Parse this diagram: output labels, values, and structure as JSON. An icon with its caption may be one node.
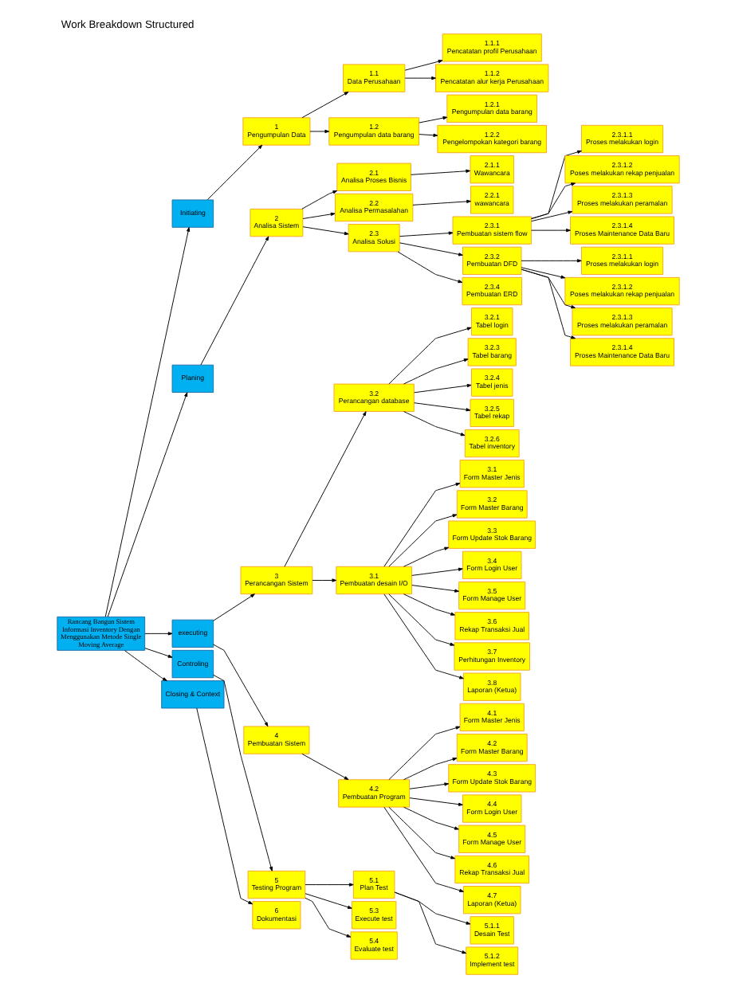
{
  "diagram": {
    "title": "Work Breakdown Structured",
    "nodes": [
      {
        "text": [
          "Rancang Bangun Sistem Informasi Inventory Dengan Menggunakan Metode Single Moving Average"
        ]
      },
      {
        "text": [
          "Initiating"
        ]
      },
      {
        "text": [
          "1",
          "Pengumpulan Data"
        ]
      },
      {
        "text": [
          "1.1",
          "Data Perusahaan"
        ]
      },
      {
        "text": [
          "1.1.1",
          "Pencatatan profil Perusahaan"
        ]
      },
      {
        "text": [
          "1.1.2",
          "Pencatatan alur kerja Perusahaan"
        ]
      },
      {
        "text": [
          "1.2",
          "Pengumpulan data barang"
        ]
      },
      {
        "text": [
          "1.2.1",
          "Pengumpulan data barang"
        ]
      },
      {
        "text": [
          "1.2.2",
          "Pengelompokan kategori barang"
        ]
      },
      {
        "text": [
          "Planing"
        ]
      },
      {
        "text": [
          "2",
          "Analisa Sistem"
        ]
      },
      {
        "text": [
          "2.1",
          "Analisa Proses Bisnis"
        ]
      },
      {
        "text": [
          "2.1.1",
          "Wawancara"
        ]
      },
      {
        "text": [
          "2.2",
          "Analisa Permasalahan"
        ]
      },
      {
        "text": [
          "2.2.1",
          "wawancara"
        ]
      },
      {
        "text": [
          "2.3",
          "Analisa Solusi"
        ]
      },
      {
        "text": [
          "2.3.1",
          "Pembuatan sistem flow"
        ]
      },
      {
        "text": [
          "2.3.2",
          "Pembuatan DFD"
        ]
      },
      {
        "text": [
          "2.3.4",
          "Pembuatan ERD"
        ]
      },
      {
        "text": [
          "2.3.1.1",
          "Proses melakukan login"
        ]
      },
      {
        "text": [
          "2.3.1.2",
          "Poses melakukan rekap penjualan"
        ]
      },
      {
        "text": [
          "2.3.1.3",
          "Proses melakukan peramalan"
        ]
      },
      {
        "text": [
          "2.3.1.4",
          "Proses Maintenance Data Baru"
        ]
      },
      {
        "text": [
          "2.3.1.1",
          "Proses melakukan login"
        ]
      },
      {
        "text": [
          "2.3.1.2",
          "Poses melakukan rekap penjualan"
        ]
      },
      {
        "text": [
          "2.3.1.3",
          "Proses melakukan peramalan"
        ]
      },
      {
        "text": [
          "2.3.1.4",
          "Proses Maintenance Data Baru"
        ]
      },
      {
        "text": [
          "executing"
        ]
      },
      {
        "text": [
          "3",
          "Perancangan Sistem"
        ]
      },
      {
        "text": [
          "3.2",
          "Perancangan database"
        ]
      },
      {
        "text": [
          "3.2.1",
          "Tabel login"
        ]
      },
      {
        "text": [
          "3.2.3",
          "Tabel barang"
        ]
      },
      {
        "text": [
          "3.2.4",
          "Tabel jenis"
        ]
      },
      {
        "text": [
          "3.2.5",
          "Tabel rekap"
        ]
      },
      {
        "text": [
          "3.2.6",
          "Tabel inventory"
        ]
      },
      {
        "text": [
          "3.1",
          "Pembuatan desain I/O"
        ]
      },
      {
        "text": [
          "3.1",
          "Form Master Jenis"
        ]
      },
      {
        "text": [
          "3.2",
          "Form Master Barang"
        ]
      },
      {
        "text": [
          "3.3",
          "Form Update Stok Barang"
        ]
      },
      {
        "text": [
          "3.4",
          "Form Login User"
        ]
      },
      {
        "text": [
          "3.5",
          "Form Manage User"
        ]
      },
      {
        "text": [
          "3.6",
          "Rekap Transaksi Jual"
        ]
      },
      {
        "text": [
          "3.7",
          "Perhitungan Inventory"
        ]
      },
      {
        "text": [
          "3.8",
          "Laporan (Ketua)"
        ]
      },
      {
        "text": [
          "4",
          "Pembuatan Sistem"
        ]
      },
      {
        "text": [
          "4.2",
          "Pembuatan Program"
        ]
      },
      {
        "text": [
          "4.1",
          "Form Master Jenis"
        ]
      },
      {
        "text": [
          "4.2",
          "Form Master Barang"
        ]
      },
      {
        "text": [
          "4.3",
          "Form Update Stok Barang"
        ]
      },
      {
        "text": [
          "4.4",
          "Form Login User"
        ]
      },
      {
        "text": [
          "4.5",
          "Form Manage User"
        ]
      },
      {
        "text": [
          "4.6",
          "Rekap Transaksi Jual"
        ]
      },
      {
        "text": [
          "4.7",
          "Laporan (Ketua)"
        ]
      },
      {
        "text": [
          "Controling"
        ]
      },
      {
        "text": [
          "5",
          "Testing Program"
        ]
      },
      {
        "text": [
          "5.1",
          "Plan Test"
        ]
      },
      {
        "text": [
          "5.1.1",
          "Desain Test"
        ]
      },
      {
        "text": [
          "5.1.2",
          "Implement test"
        ]
      },
      {
        "text": [
          "5.3",
          "Execute test"
        ]
      },
      {
        "text": [
          "5.4",
          "Evaluate test"
        ]
      },
      {
        "text": [
          "Closing & Context"
        ]
      },
      {
        "text": [
          "6",
          "Dokumentasi"
        ]
      }
    ],
    "edges": [
      {
        "from": 0,
        "to": 1,
        "arrow": "to"
      },
      {
        "from": 0,
        "to": 9,
        "arrow": "to"
      },
      {
        "from": 0,
        "to": 27,
        "arrow": "to"
      },
      {
        "from": 0,
        "to": 53,
        "arrow": "to"
      },
      {
        "from": 0,
        "to": 60,
        "arrow": "to"
      },
      {
        "from": 1,
        "to": 2,
        "arrow": "to"
      },
      {
        "from": 2,
        "to": 3,
        "arrow": "to"
      },
      {
        "from": 2,
        "to": 6,
        "arrow": "to"
      },
      {
        "from": 3,
        "to": 4,
        "arrow": "to"
      },
      {
        "from": 3,
        "to": 5,
        "arrow": "to"
      },
      {
        "from": 6,
        "to": 7,
        "arrow": "to"
      },
      {
        "from": 6,
        "to": 8,
        "arrow": "to"
      },
      {
        "from": 9,
        "to": 10,
        "arrow": "to"
      },
      {
        "from": 10,
        "to": 11,
        "arrow": "to"
      },
      {
        "from": 10,
        "to": 13,
        "arrow": "to"
      },
      {
        "from": 10,
        "to": 15,
        "arrow": "to"
      },
      {
        "from": 11,
        "to": 12,
        "arrow": "to"
      },
      {
        "from": 13,
        "to": 14,
        "arrow": "to"
      },
      {
        "from": 15,
        "to": 16,
        "arrow": "to"
      },
      {
        "from": 15,
        "to": 17,
        "arrow": "to"
      },
      {
        "from": 15,
        "to": 18,
        "arrow": "to"
      },
      {
        "from": 16,
        "to": 19,
        "arrow": "to"
      },
      {
        "from": 16,
        "to": 20,
        "arrow": "to"
      },
      {
        "from": 16,
        "to": 21,
        "arrow": "to"
      },
      {
        "from": 16,
        "to": 22,
        "arrow": "to"
      },
      {
        "from": 17,
        "to": 23,
        "arrow": "to"
      },
      {
        "from": 17,
        "to": 24,
        "arrow": "to"
      },
      {
        "from": 17,
        "to": 25,
        "arrow": "to"
      },
      {
        "from": 17,
        "to": 26,
        "arrow": "to"
      },
      {
        "from": 27,
        "to": 28,
        "arrow": "to"
      },
      {
        "from": 27,
        "to": 44,
        "arrow": "to"
      },
      {
        "from": 28,
        "to": 29,
        "arrow": "to"
      },
      {
        "from": 28,
        "to": 35,
        "arrow": "to"
      },
      {
        "from": 29,
        "to": 30,
        "arrow": "to"
      },
      {
        "from": 29,
        "to": 31,
        "arrow": "to"
      },
      {
        "from": 29,
        "to": 32,
        "arrow": "to"
      },
      {
        "from": 29,
        "to": 33,
        "arrow": "to"
      },
      {
        "from": 29,
        "to": 34,
        "arrow": "to"
      },
      {
        "from": 35,
        "to": 36,
        "arrow": "to"
      },
      {
        "from": 35,
        "to": 37,
        "arrow": "to"
      },
      {
        "from": 35,
        "to": 38,
        "arrow": "to"
      },
      {
        "from": 35,
        "to": 39,
        "arrow": "to"
      },
      {
        "from": 35,
        "to": 40,
        "arrow": "to"
      },
      {
        "from": 35,
        "to": 41,
        "arrow": "to"
      },
      {
        "from": 35,
        "to": 42,
        "arrow": "to"
      },
      {
        "from": 35,
        "to": 43,
        "arrow": "to"
      },
      {
        "from": 44,
        "to": 45,
        "arrow": "to"
      },
      {
        "from": 45,
        "to": 46,
        "arrow": "to"
      },
      {
        "from": 45,
        "to": 47,
        "arrow": "to"
      },
      {
        "from": 45,
        "to": 48,
        "arrow": "to"
      },
      {
        "from": 45,
        "to": 49,
        "arrow": "to"
      },
      {
        "from": 45,
        "to": 50,
        "arrow": "to"
      },
      {
        "from": 45,
        "to": 51,
        "arrow": "to"
      },
      {
        "from": 45,
        "to": 52,
        "arrow": "to"
      },
      {
        "from": 53,
        "to": 54,
        "arrow": "to"
      },
      {
        "from": 54,
        "to": 55,
        "arrow": "to"
      },
      {
        "from": 54,
        "to": 58,
        "arrow": "to"
      },
      {
        "from": 54,
        "to": 59,
        "arrow": "to"
      },
      {
        "from": 55,
        "to": 56,
        "arrow": "to"
      },
      {
        "from": 55,
        "to": 57,
        "arrow": "to"
      },
      {
        "from": 60,
        "to": 61,
        "arrow": "to"
      }
    ]
  }
}
